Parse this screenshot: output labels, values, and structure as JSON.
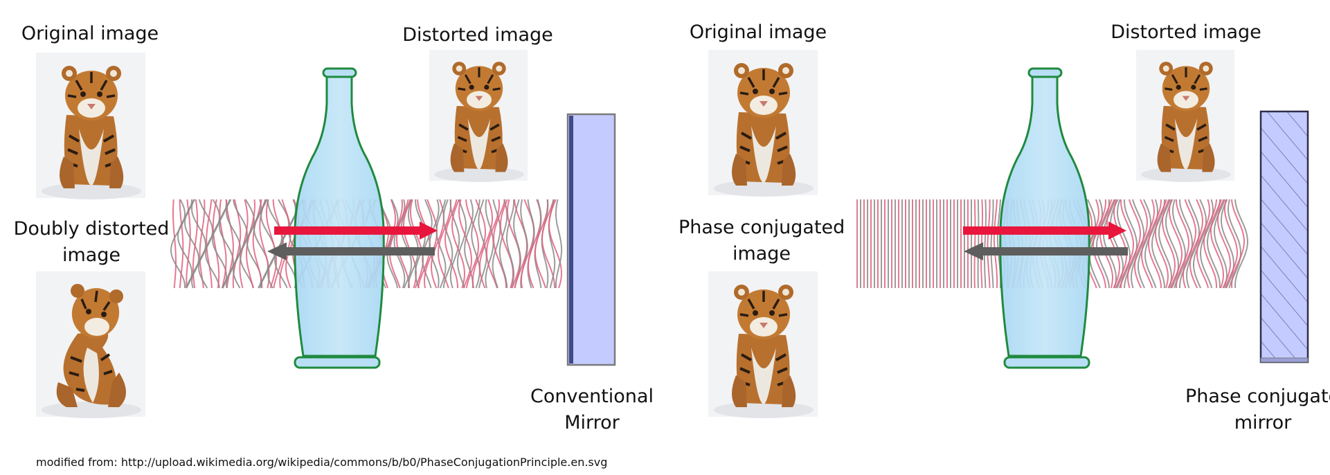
{
  "left_panel": {
    "original_label": "Original image",
    "distorted_label": "Distorted image",
    "doubly_distorted_label_line1": "Doubly distorted",
    "doubly_distorted_label_line2": "image",
    "mirror_label_line1": "Conventional",
    "mirror_label_line2": "Mirror"
  },
  "right_panel": {
    "original_label": "Original image",
    "distorted_label": "Distorted image",
    "phase_conjugated_label_line1": "Phase conjugated",
    "phase_conjugated_label_line2": "image",
    "mirror_label_line1": "Phase conjugate",
    "mirror_label_line2": "mirror"
  },
  "source_note": "modified from: http://upload.wikimedia.org/wikipedia/commons/b/b0/PhaseConjugationPrinciple.en.svg",
  "colors": {
    "wave_pink": "#e0607e",
    "wave_gray": "#8a8a8a",
    "arrow_red": "#e8163c",
    "arrow_gray": "#5e5e5e",
    "bottle_fill": "#b8dff5",
    "bottle_stroke": "#1f8a3f",
    "mirror_fill": "#c4cbff",
    "mirror_stroke": "#7a7a7a",
    "tiger_orange": "#b8702e"
  },
  "icons": [
    "tiger-photo",
    "glass-bottle",
    "conventional-mirror",
    "phase-conjugate-mirror"
  ]
}
